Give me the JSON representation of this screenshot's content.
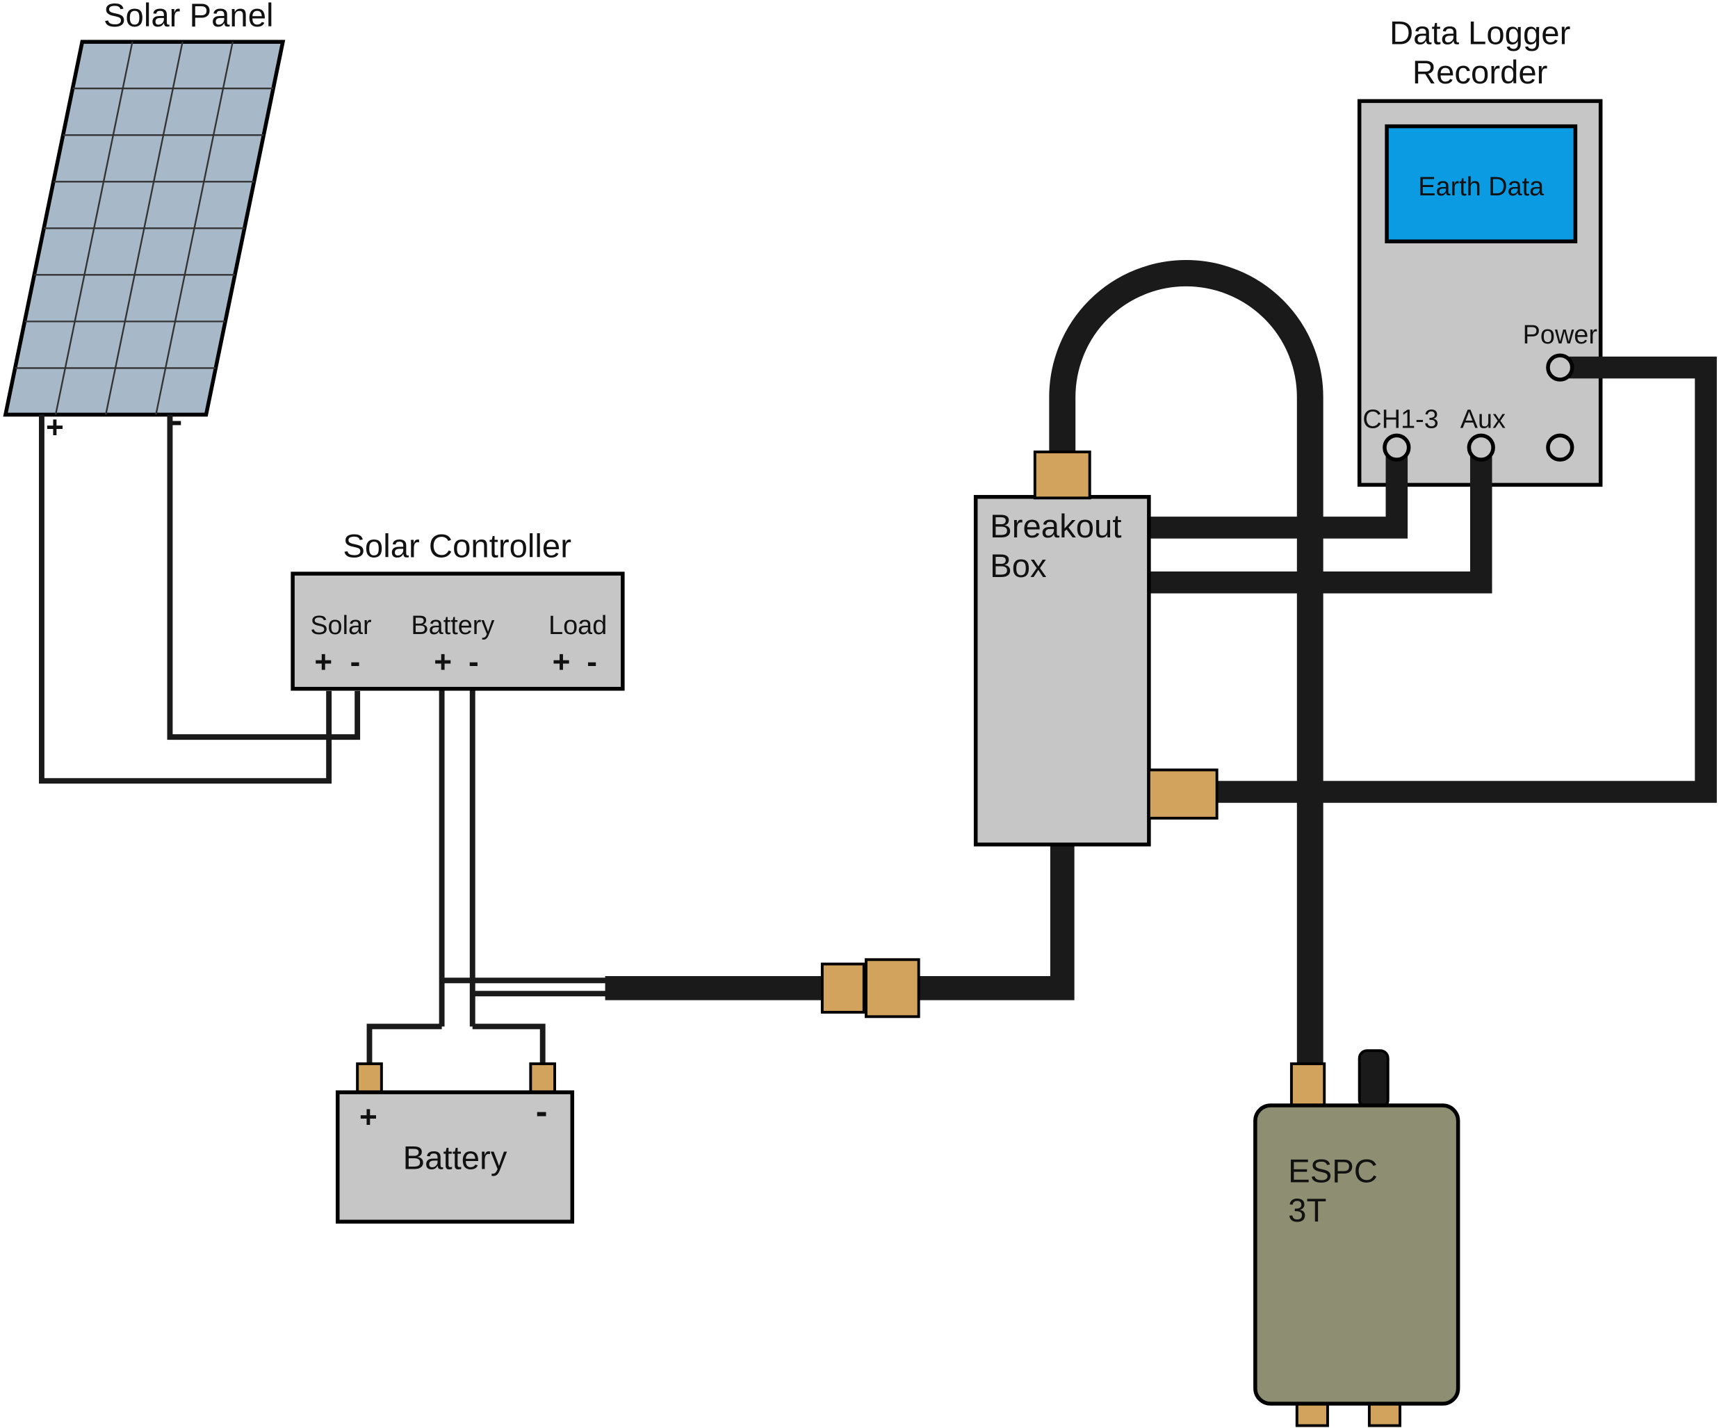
{
  "colors": {
    "panel_fill": "#a7b9c9",
    "box_fill": "#c6c6c6",
    "screen_fill": "#0a9be2",
    "connector_fill": "#d2a35c",
    "espc_fill": "#8e8e72",
    "wire": "#1a1a1a"
  },
  "solar_panel": {
    "title": "Solar Panel",
    "plus": "+",
    "minus": "-"
  },
  "solar_controller": {
    "title": "Solar Controller",
    "terminals": [
      {
        "label": "Solar",
        "plus": "+",
        "minus": "-"
      },
      {
        "label": "Battery",
        "plus": "+",
        "minus": "-"
      },
      {
        "label": "Load",
        "plus": "+",
        "minus": "-"
      }
    ]
  },
  "battery": {
    "label": "Battery",
    "plus": "+",
    "minus": "-"
  },
  "breakout_box": {
    "line1": "Breakout",
    "line2": "Box"
  },
  "data_logger": {
    "title_line1": "Data Logger",
    "title_line2": "Recorder",
    "screen_label": "Earth Data",
    "power_label": "Power",
    "ch_label": "CH1-3",
    "aux_label": "Aux"
  },
  "espc": {
    "line1": "ESPC",
    "line2": "3T"
  }
}
